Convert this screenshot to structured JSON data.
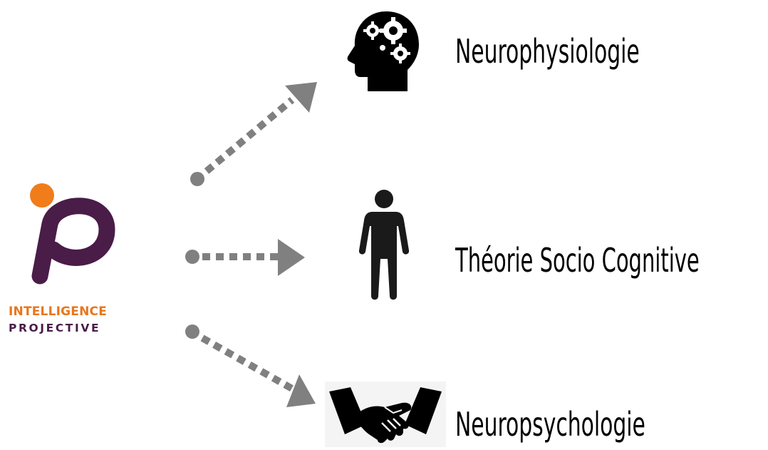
{
  "logo": {
    "line1": "INTELLIGENCE",
    "line2": "PROJECTIVE",
    "colors": {
      "orange": "#f07d1a",
      "purple": "#4a1c48"
    }
  },
  "branches": [
    {
      "label": "Neurophysiologie",
      "icon": "head-gears-icon"
    },
    {
      "label": "Théorie Socio Cognitive",
      "icon": "person-icon"
    },
    {
      "label": "Neuropsychologie",
      "icon": "handshake-icon"
    }
  ],
  "arrow_color": "#808080"
}
